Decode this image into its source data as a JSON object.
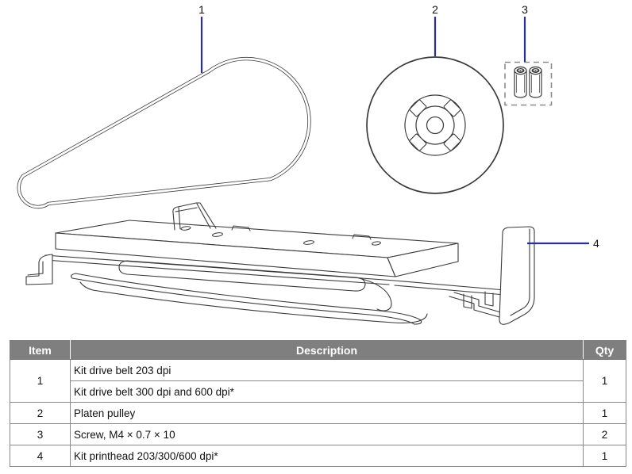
{
  "diagram": {
    "colors": {
      "line": "#3a3a3a",
      "callout_line": "#2d2f92",
      "callout_text": "#111111",
      "dashed_box": "#8a8a8a",
      "table_header_bg": "#7f7f7f",
      "table_header_text": "#ffffff",
      "table_border": "#898989"
    },
    "callouts": [
      {
        "number": "1",
        "part": "drive-belt"
      },
      {
        "number": "2",
        "part": "platen-pulley"
      },
      {
        "number": "3",
        "part": "screws"
      },
      {
        "number": "4",
        "part": "printhead-kit"
      }
    ]
  },
  "table": {
    "columns": [
      "Item",
      "Description",
      "Qty"
    ],
    "rows": [
      {
        "item": "1",
        "description_lines": [
          "Kit drive belt 203 dpi",
          "Kit drive belt 300 dpi and 600 dpi*"
        ],
        "qty": "1"
      },
      {
        "item": "2",
        "description_lines": [
          "Platen pulley"
        ],
        "qty": "1"
      },
      {
        "item": "3",
        "description_lines": [
          "Screw, M4 × 0.7 × 10"
        ],
        "qty": "2"
      },
      {
        "item": "4",
        "description_lines": [
          "Kit printhead 203/300/600 dpi*"
        ],
        "qty": "1"
      }
    ]
  }
}
